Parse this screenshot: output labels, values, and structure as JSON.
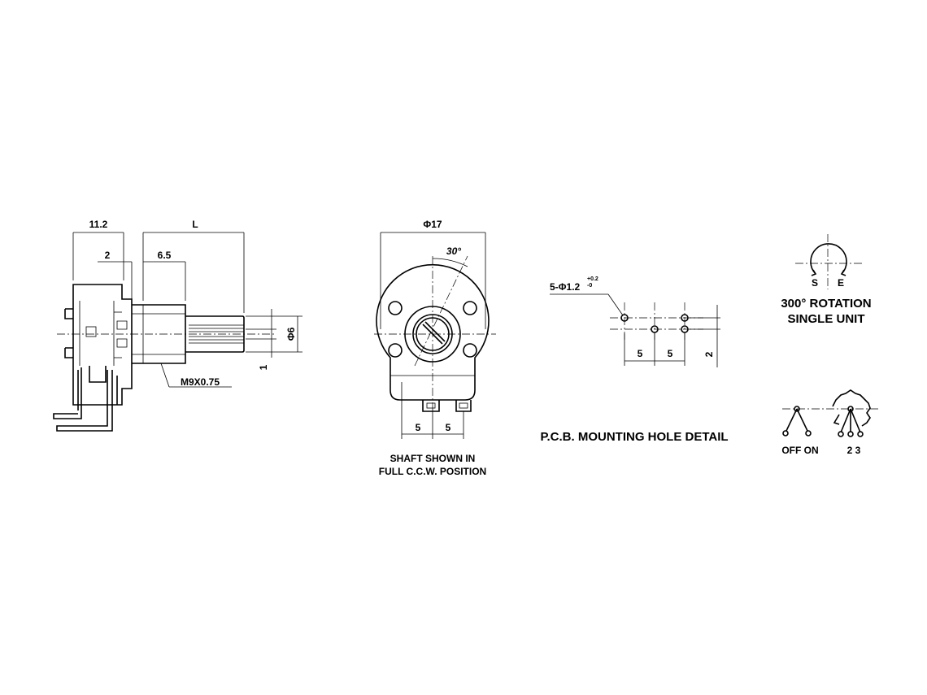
{
  "side_view": {
    "dim_body": "11.2",
    "dim_bushing_step": "2",
    "dim_bushing": "6.5",
    "dim_shaft": "L",
    "dim_shaft_dia": "Φ6",
    "dim_slot": "1",
    "thread_label": "M9X0.75"
  },
  "front_view": {
    "dim_diameter": "Φ17",
    "dim_angle": "30°",
    "dim_pin_left": "5",
    "dim_pin_right": "5",
    "caption_line1": "SHAFT SHOWN IN",
    "caption_line2": "FULL C.C.W. POSITION"
  },
  "pcb_detail": {
    "hole_label": "5-Φ1.2",
    "tol_plus": "+0.2",
    "tol_minus": "-0",
    "dim_left": "5",
    "dim_right": "5",
    "dim_vertical": "2",
    "title": "P.C.B. MOUNTING HOLE DETAIL"
  },
  "rotation": {
    "label_s": "S",
    "label_e": "E",
    "line1": "300° ROTATION",
    "line2": "SINGLE UNIT"
  },
  "schematic": {
    "switch_label": "OFF ON",
    "terminal_label": "2 3"
  }
}
